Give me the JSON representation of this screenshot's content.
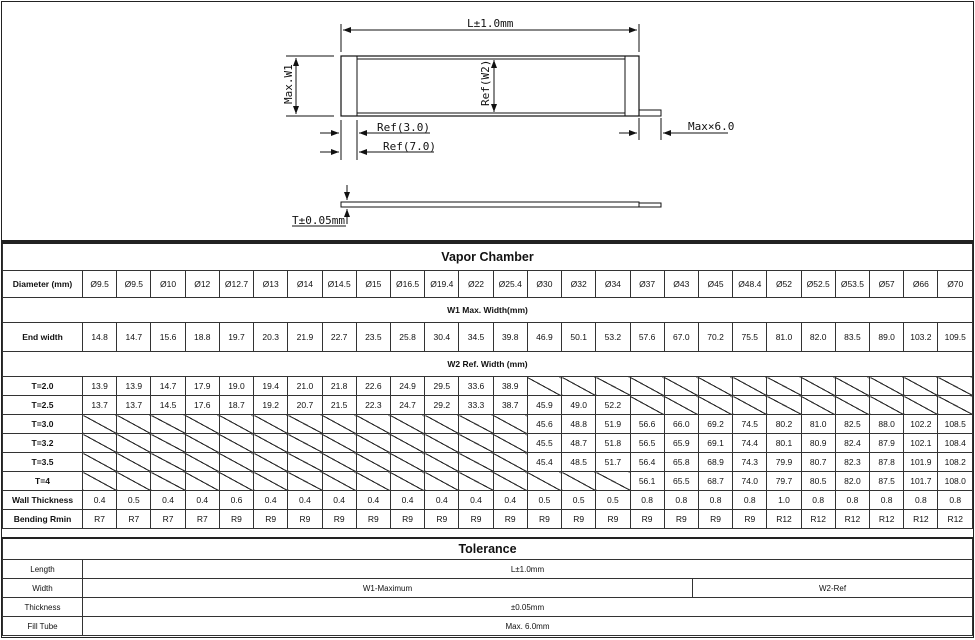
{
  "drawing": {
    "length_label": "L±1.0mm",
    "max_w1_label": "Max.W1",
    "ref_w2_label": "Ref(W2)",
    "ref3_label": "Ref(3.0)",
    "ref7_label": "Ref(7.0)",
    "max6_label": "Max×6.0",
    "thickness_label": "T±0.05mm"
  },
  "table": {
    "title": "Vapor Chamber",
    "diameter_label": "Diameter (mm)",
    "diameters": [
      "Ø9.5",
      "Ø9.5",
      "Ø10",
      "Ø12",
      "Ø12.7",
      "Ø13",
      "Ø14",
      "Ø14.5",
      "Ø15",
      "Ø16.5",
      "Ø19.4",
      "Ø22",
      "Ø25.4",
      "Ø30",
      "Ø32",
      "Ø34",
      "Ø37",
      "Ø43",
      "Ø45",
      "Ø48.4",
      "Ø52",
      "Ø52.5",
      "Ø53.5",
      "Ø57",
      "Ø66",
      "Ø70"
    ],
    "w1_section": "W1 Max. Width(mm)",
    "end_width_label": "End width",
    "end_width": [
      "14.8",
      "14.7",
      "15.6",
      "18.8",
      "19.7",
      "20.3",
      "21.9",
      "22.7",
      "23.5",
      "25.8",
      "30.4",
      "34.5",
      "39.8",
      "46.9",
      "50.1",
      "53.2",
      "57.6",
      "67.0",
      "70.2",
      "75.5",
      "81.0",
      "82.0",
      "83.5",
      "89.0",
      "103.2",
      "109.5"
    ],
    "w2_section": "W2 Ref. Width (mm)",
    "t_rows": [
      {
        "label": "T=2.0",
        "values": [
          "13.9",
          "13.9",
          "14.7",
          "17.9",
          "19.0",
          "19.4",
          "21.0",
          "21.8",
          "22.6",
          "24.9",
          "29.5",
          "33.6",
          "38.9",
          null,
          null,
          null,
          null,
          null,
          null,
          null,
          null,
          null,
          null,
          null,
          null,
          null
        ]
      },
      {
        "label": "T=2.5",
        "values": [
          "13.7",
          "13.7",
          "14.5",
          "17.6",
          "18.7",
          "19.2",
          "20.7",
          "21.5",
          "22.3",
          "24.7",
          "29.2",
          "33.3",
          "38.7",
          "45.9",
          "49.0",
          "52.2",
          null,
          null,
          null,
          null,
          null,
          null,
          null,
          null,
          null,
          null
        ]
      },
      {
        "label": "T=3.0",
        "values": [
          null,
          null,
          null,
          null,
          null,
          null,
          null,
          null,
          null,
          null,
          null,
          null,
          null,
          "45.6",
          "48.8",
          "51.9",
          "56.6",
          "66.0",
          "69.2",
          "74.5",
          "80.2",
          "81.0",
          "82.5",
          "88.0",
          "102.2",
          "108.5"
        ]
      },
      {
        "label": "T=3.2",
        "values": [
          null,
          null,
          null,
          null,
          null,
          null,
          null,
          null,
          null,
          null,
          null,
          null,
          null,
          "45.5",
          "48.7",
          "51.8",
          "56.5",
          "65.9",
          "69.1",
          "74.4",
          "80.1",
          "80.9",
          "82.4",
          "87.9",
          "102.1",
          "108.4"
        ]
      },
      {
        "label": "T=3.5",
        "values": [
          null,
          null,
          null,
          null,
          null,
          null,
          null,
          null,
          null,
          null,
          null,
          null,
          null,
          "45.4",
          "48.5",
          "51.7",
          "56.4",
          "65.8",
          "68.9",
          "74.3",
          "79.9",
          "80.7",
          "82.3",
          "87.8",
          "101.9",
          "108.2"
        ]
      },
      {
        "label": "T=4",
        "values": [
          null,
          null,
          null,
          null,
          null,
          null,
          null,
          null,
          null,
          null,
          null,
          null,
          null,
          null,
          null,
          null,
          "56.1",
          "65.5",
          "68.7",
          "74.0",
          "79.7",
          "80.5",
          "82.0",
          "87.5",
          "101.7",
          "108.0"
        ]
      }
    ],
    "wall_label": "Wall Thickness",
    "wall": [
      "0.4",
      "0.5",
      "0.4",
      "0.4",
      "0.6",
      "0.4",
      "0.4",
      "0.4",
      "0.4",
      "0.4",
      "0.4",
      "0.4",
      "0.4",
      "0.5",
      "0.5",
      "0.5",
      "0.8",
      "0.8",
      "0.8",
      "0.8",
      "1.0",
      "0.8",
      "0.8",
      "0.8",
      "0.8",
      "0.8"
    ],
    "bending_label": "Bending Rmin",
    "bending": [
      "R7",
      "R7",
      "R7",
      "R7",
      "R9",
      "R9",
      "R9",
      "R9",
      "R9",
      "R9",
      "R9",
      "R9",
      "R9",
      "R9",
      "R9",
      "R9",
      "R9",
      "R9",
      "R9",
      "R9",
      "R12",
      "R12",
      "R12",
      "R12",
      "R12",
      "R12"
    ]
  },
  "tolerance": {
    "title": "Tolerance",
    "length_label": "Length",
    "length_value": "L±1.0mm",
    "width_label": "Width",
    "width_w1": "W1-Maximum",
    "width_w2": "W2-Ref",
    "thickness_label": "Thickness",
    "thickness_value": "±0.05mm",
    "filltube_label": "Fill Tube",
    "filltube_value": "Max. 6.0mm"
  }
}
